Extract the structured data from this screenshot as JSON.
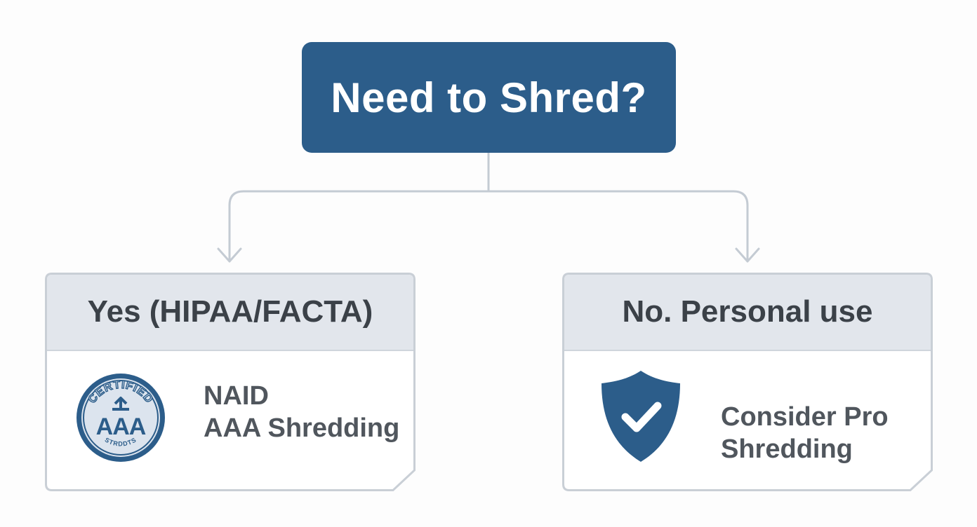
{
  "root": {
    "title": "Need to Shred?"
  },
  "branches": [
    {
      "header": "Yes (HIPAA/FACTA)",
      "body_lines": [
        "NAID",
        "AAA Shredding"
      ],
      "icon": "certified-aaa-badge-icon",
      "badge": {
        "top_text": "CERTIFIED",
        "center_text": "AAA",
        "bottom_text": "STRDDTS"
      }
    },
    {
      "header": "No. Personal use",
      "body_lines": [
        "Consider Pro",
        "Shredding"
      ],
      "icon": "shield-check-icon"
    }
  ],
  "colors": {
    "primary": "#2c5d8a",
    "header_bg": "#e2e6ec",
    "card_border": "#c9cfd6",
    "connector": "#c4cbd3",
    "text_dark": "#3b4148",
    "text_body": "#50565d"
  }
}
